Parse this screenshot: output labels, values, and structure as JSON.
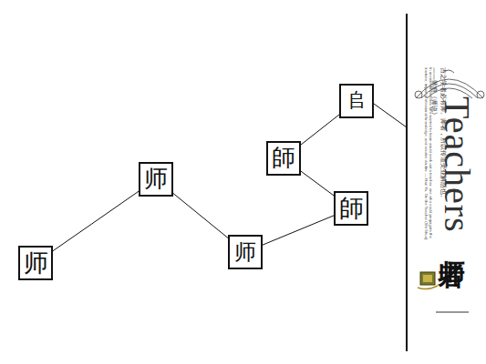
{
  "diagram": {
    "nodes": [
      {
        "text": [
          "师"
        ]
      },
      {
        "text": [
          "师"
        ]
      },
      {
        "text": [
          "师"
        ]
      },
      {
        "text": [
          "師"
        ]
      },
      {
        "text": [
          "師"
        ]
      },
      {
        "text": [
          "𠂤"
        ]
      }
    ],
    "edges": [
      {
        "from": 0,
        "to": 1,
        "arrow": "none"
      },
      {
        "from": 1,
        "to": 2,
        "arrow": "none"
      },
      {
        "from": 2,
        "to": 4,
        "arrow": "none"
      },
      {
        "from": 4,
        "to": 3,
        "arrow": "none"
      },
      {
        "from": 3,
        "to": 5,
        "arrow": "none"
      }
    ],
    "labels": [
      "Teachers",
      "古之学者必有师。师者，所以传道受业解惑也。",
      "——韩愈《师说》",
      "In ancient times those who wanted to learn would seek out a teacher, one who could propagate the doctrine, impart professional knowledge, and resolve doubts. — Han Yu, On the Teacher (Shi Shuo)",
      "师者"
    ]
  }
}
